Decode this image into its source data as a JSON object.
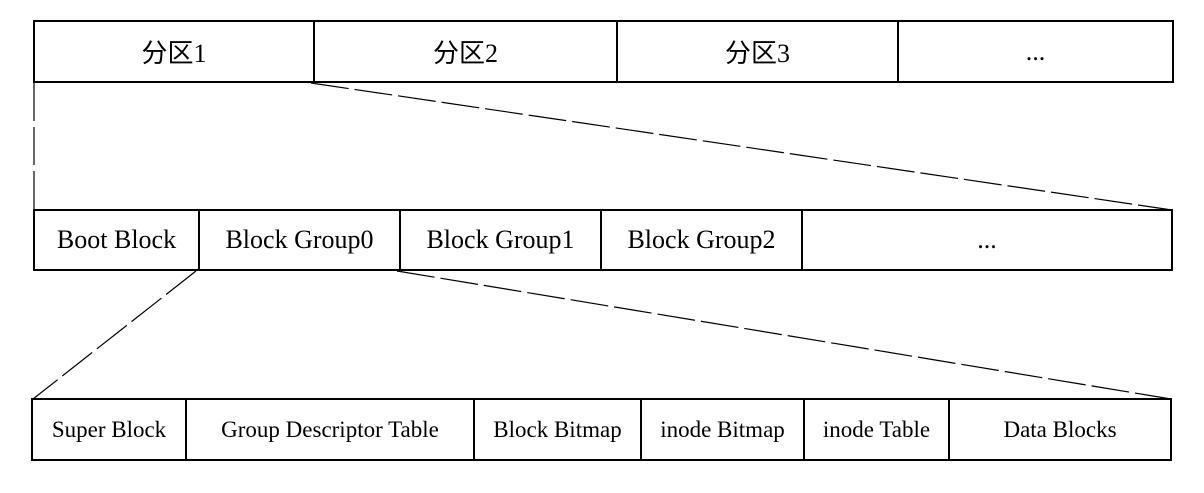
{
  "partitions": {
    "cells": [
      "分区1",
      "分区2",
      "分区3",
      "..."
    ]
  },
  "partition_layout": {
    "cells": [
      "Boot Block",
      "Block Group0",
      "Block Group1",
      "Block Group2",
      "..."
    ]
  },
  "block_group_layout": {
    "cells": [
      "Super Block",
      "Group Descriptor Table",
      "Block Bitmap",
      "inode Bitmap",
      "inode Table",
      "Data Blocks"
    ]
  }
}
